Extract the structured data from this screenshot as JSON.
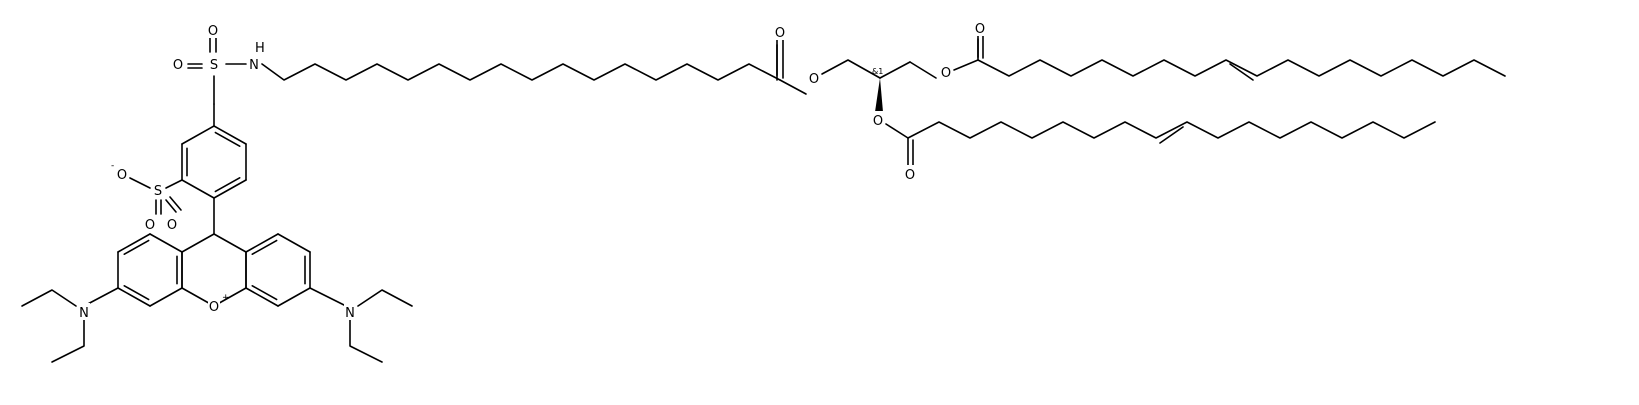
{
  "molecule": {
    "atoms": {
      "O": "O",
      "S": "S",
      "N": "N",
      "H": "H",
      "minus": "-",
      "plus": "+",
      "stereo": "&1"
    }
  }
}
